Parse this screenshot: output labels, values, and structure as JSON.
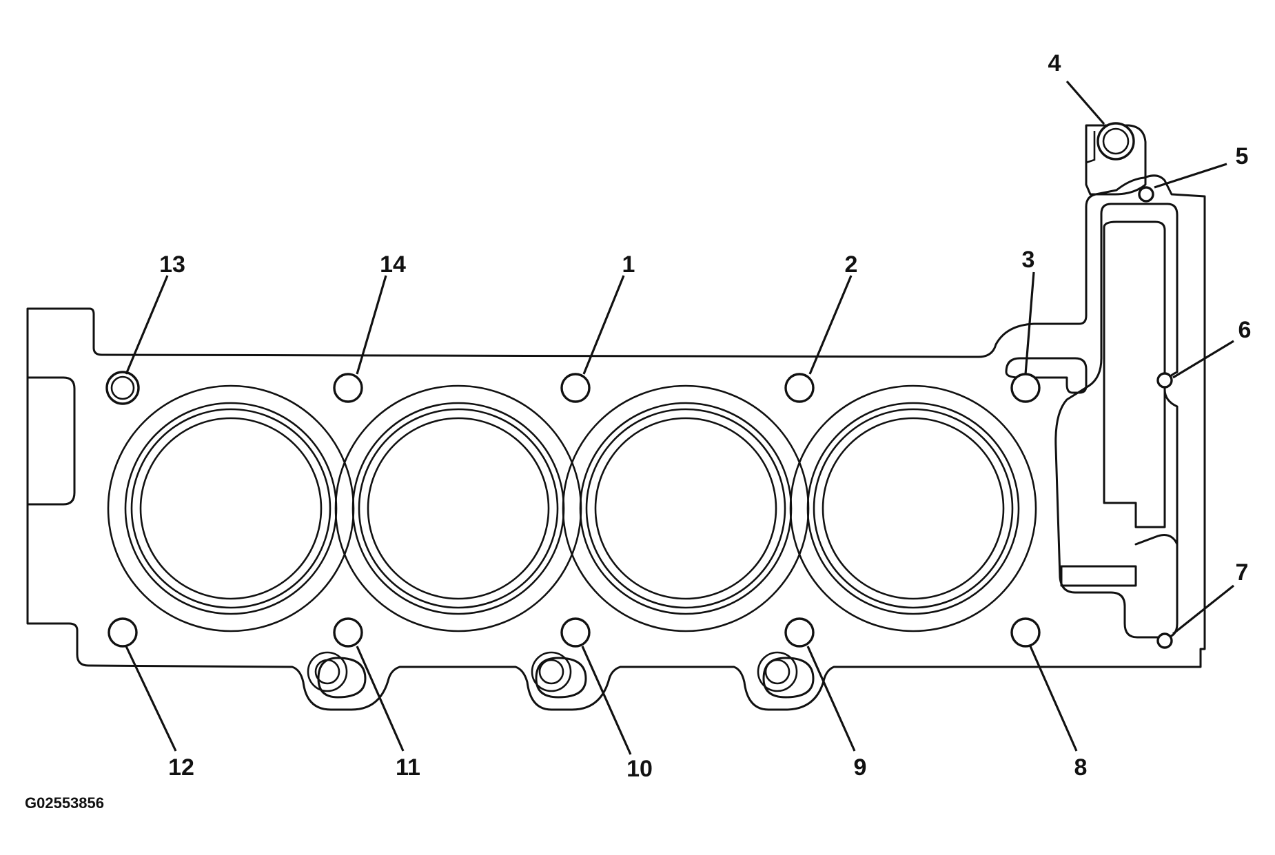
{
  "diagram_code": "G02553856",
  "bolts": [
    {
      "label": "1"
    },
    {
      "label": "2"
    },
    {
      "label": "3"
    },
    {
      "label": "4"
    },
    {
      "label": "5"
    },
    {
      "label": "6"
    },
    {
      "label": "7"
    },
    {
      "label": "8"
    },
    {
      "label": "9"
    },
    {
      "label": "10"
    },
    {
      "label": "11"
    },
    {
      "label": "12"
    },
    {
      "label": "13"
    },
    {
      "label": "14"
    }
  ]
}
